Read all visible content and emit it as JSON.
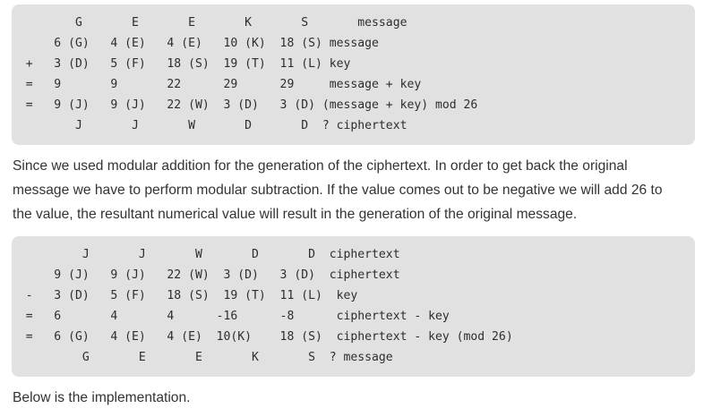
{
  "encryption_block": {
    "lines": [
      "         G       E       E       K       S       message",
      "      6 (G)   4 (E)   4 (E)   10 (K)  18 (S) message",
      "  +   3 (D)   5 (F)   18 (S)  19 (T)  11 (L) key",
      "  =   9       9       22      29      29     message + key",
      "  =   9 (J)   9 (J)   22 (W)  3 (D)   3 (D) (message + key) mod 26",
      "         J       J       W       D       D  ? ciphertext"
    ]
  },
  "paragraph_1": {
    "lines": [
      "Since we used modular addition for the generation of the ciphertext. In order to get back the original",
      "message we have to perform modular subtraction. If the value comes out to be negative we will add 26 to",
      "the value, the resultant numerical value will result in the generation of the original message."
    ]
  },
  "decryption_block": {
    "lines": [
      "          J       J       W       D       D  ciphertext",
      "      9 (J)   9 (J)   22 (W)  3 (D)   3 (D)  ciphertext",
      "  -   3 (D)   5 (F)   18 (S)  19 (T)  11 (L)  key",
      "  =   6       4       4      -16      -8      ciphertext - key",
      "  =   6 (G)   4 (E)   4 (E)  10(K)    18 (S)  ciphertext - key (mod 26)",
      "          G       E       E       K       S  ? message"
    ]
  },
  "paragraph_2": {
    "text": "Below is the implementation."
  },
  "colors": {
    "code_background": "#e1e1e1",
    "code_text": "#2d2d2d",
    "body_text": "#333333"
  }
}
